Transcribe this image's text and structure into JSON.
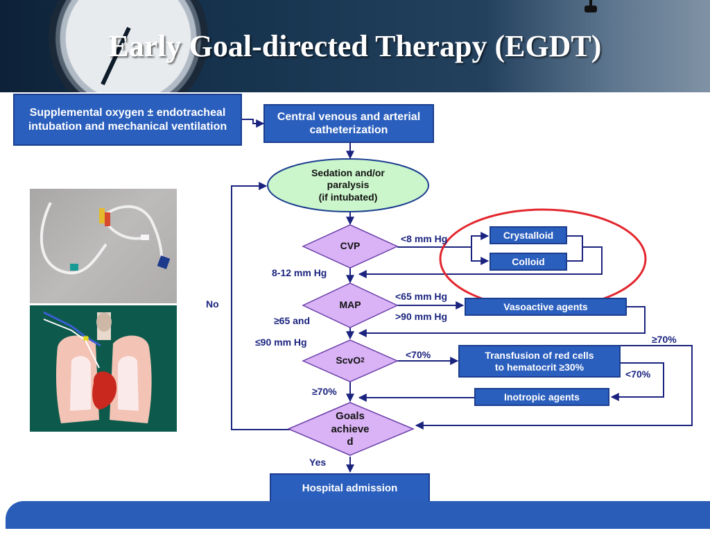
{
  "title": "Early Goal-directed Therapy (EGDT)",
  "colors": {
    "box_fill": "#2b5fbd",
    "box_border": "#1a3d8f",
    "diamond_fill": "#d9b3f5",
    "oval_fill": "#cbf5cb",
    "arrow": "#1a237e",
    "highlight_circle": "#e3262d"
  },
  "nodes": {
    "supplemental": "Supplemental oxygen ± endotracheal intubation and mechanical ventilation",
    "catheterization": "Central venous and arterial catheterization",
    "sedation_line1": "Sedation and/or",
    "sedation_line2": "paralysis",
    "sedation_line3": "(if intubated)",
    "cvp": "CVP",
    "crystalloid": "Crystalloid",
    "colloid": "Colloid",
    "map": "MAP",
    "vasoactive": "Vasoactive agents",
    "scvo2_main": "ScvO",
    "scvo2_sub": "2",
    "transfusion_line1": "Transfusion of red cells",
    "transfusion_line2": "to hematocrit ≥30%",
    "inotropic": "Inotropic agents",
    "goals_line1": "Goals",
    "goals_line2": "achieve",
    "goals_line3": "d",
    "hospital": "Hospital admission"
  },
  "labels": {
    "cvp_low": "<8 mm Hg",
    "cvp_ok": "8-12 mm Hg",
    "map_low": "<65 mm Hg",
    "map_high": ">90 mm Hg",
    "map_ok_1": "≥65 and",
    "map_ok_2": "≤90 mm Hg",
    "scv_low": "<70%",
    "scv_ok": "≥70%",
    "transfusion_ok": "≥70%",
    "transfusion_low": "<70%",
    "no": "No",
    "yes": "Yes"
  }
}
